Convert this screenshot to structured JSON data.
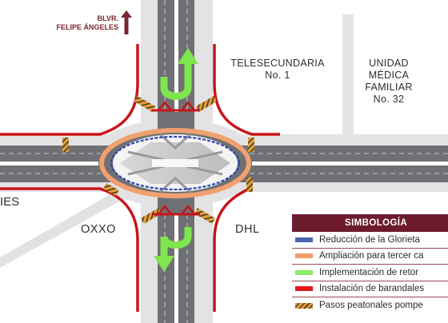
{
  "street": {
    "line1": "BLVR.",
    "line2": "FELIPE ÁNGELES"
  },
  "places": {
    "telesecundaria": [
      "TELESECUNDARIA",
      "No. 1"
    ],
    "umf": [
      "UNIDAD",
      "MÉDICA",
      "FAMILIAR",
      "No. 32"
    ],
    "left_cut": "IES",
    "oxxo": "OXXO",
    "dhl": "DHL"
  },
  "legend": {
    "title": "SIMBOLOGÍA",
    "items": [
      {
        "text": "Reducción de la Glorieta",
        "color": "#4a63b0",
        "icon": "blue-line"
      },
      {
        "text": "Ampliación para tercer ca",
        "color": "#f0a070",
        "icon": "orange-line"
      },
      {
        "text": "Implementación de retor",
        "color": "#8ee86a",
        "icon": "green-line"
      },
      {
        "text": "Instalación de barandales",
        "color": "#e01818",
        "icon": "red-line"
      },
      {
        "text": "Pasos peatonales pompe",
        "color": "#e2a03a",
        "icon": "striped-line"
      }
    ]
  },
  "colors": {
    "road": "#6f7073",
    "sidewalk": "#e2e2e4",
    "lane_marking": "#ffffff",
    "barrier": "#c8141a",
    "reduced_roundabout": "#2a44b8",
    "roundabout_ring": "#f0a070",
    "u_turn": "#7fe64f",
    "crosswalk": "#e2a03a",
    "legend_header": "#6e1b2e",
    "street_title": "#7a2631"
  }
}
